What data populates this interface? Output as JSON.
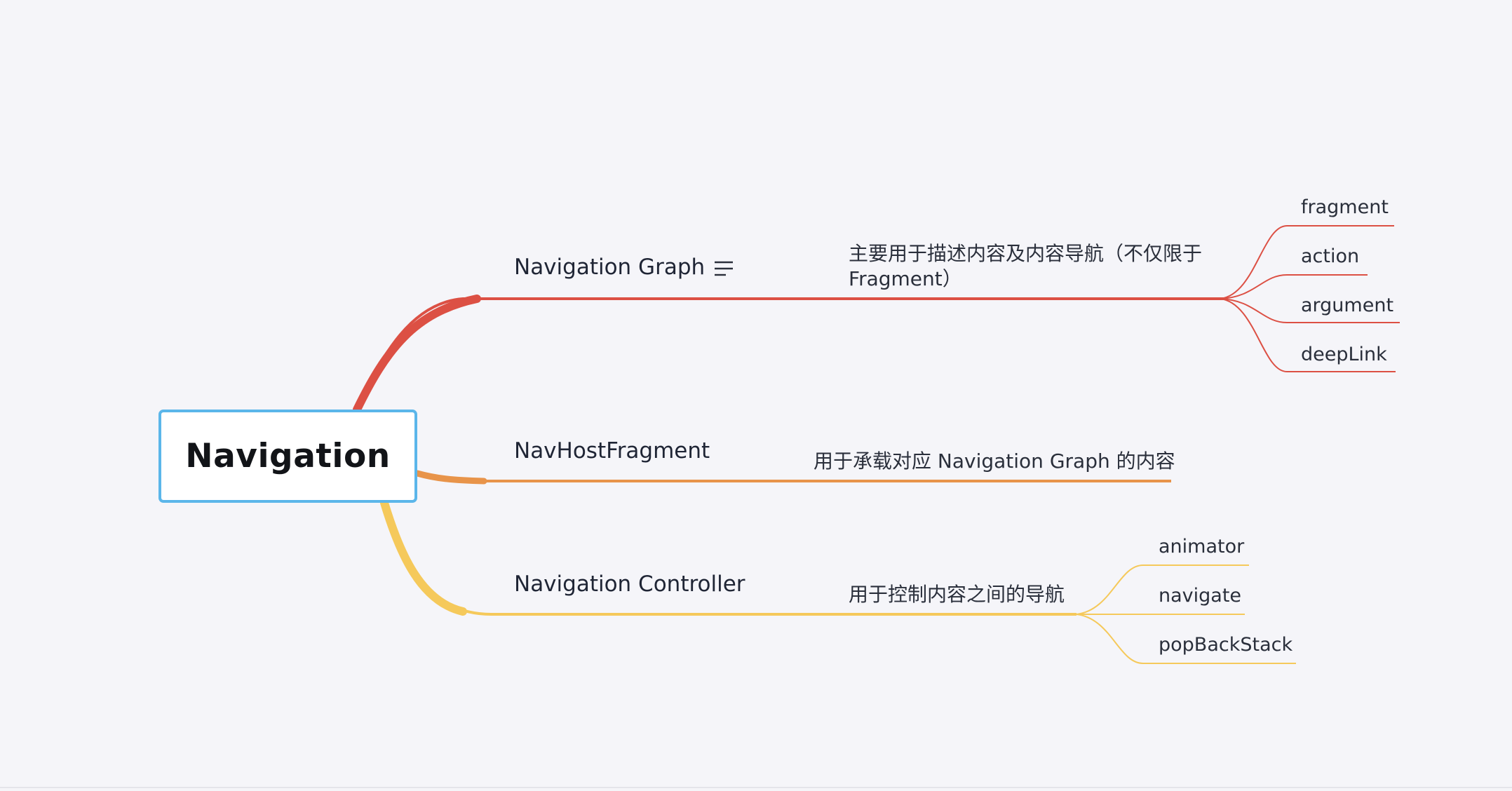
{
  "root": {
    "label": "Navigation"
  },
  "branches": [
    {
      "label": "Navigation Graph",
      "color": "#dc5044",
      "description": [
        "主要用于描述内容及内容导航（不仅限于",
        "Fragment）"
      ],
      "has_notes_icon": true,
      "children": [
        "fragment",
        "action",
        "argument",
        "deepLink"
      ]
    },
    {
      "label": "NavHostFragment",
      "color": "#e8944a",
      "description": [
        "用于承载对应 Navigation Graph 的内容"
      ],
      "children": []
    },
    {
      "label": "Navigation Controller",
      "color": "#f5c95b",
      "description": [
        "用于控制内容之间的导航"
      ],
      "children": [
        "animator",
        "navigate",
        "popBackStack"
      ]
    }
  ],
  "colors": {
    "background": "#f5f5f9",
    "root_border": "#5bb6ea"
  },
  "icons": {
    "notes": "notes-lines-icon"
  }
}
